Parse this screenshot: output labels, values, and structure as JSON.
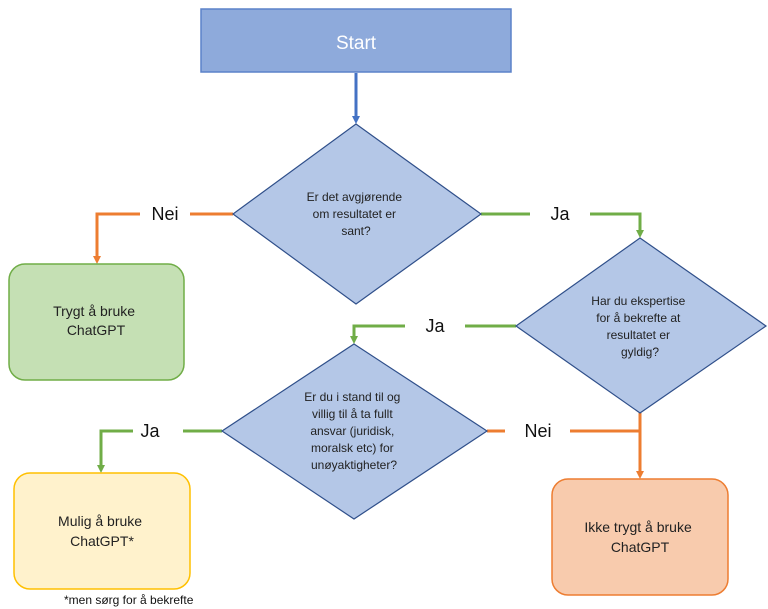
{
  "start": {
    "label": "Start"
  },
  "decision1": {
    "lines": [
      "Er det avgjørende",
      "om resultatet er",
      "sant?"
    ]
  },
  "decision2": {
    "lines": [
      "Har du ekspertise",
      "for å bekrefte at",
      "resultatet er",
      "gyldig?"
    ]
  },
  "decision3": {
    "lines": [
      "Er du i stand til og",
      "villig til å ta fullt",
      "ansvar (juridisk,",
      "moralsk etc) for",
      "unøyaktigheter?"
    ]
  },
  "outcome_safe": {
    "lines": [
      "Trygt å bruke",
      "ChatGPT"
    ]
  },
  "outcome_possible": {
    "lines": [
      "Mulig å bruke",
      "ChatGPT*"
    ]
  },
  "outcome_unsafe": {
    "lines": [
      "Ikke trygt å bruke",
      "ChatGPT"
    ]
  },
  "edge_labels": {
    "d1_no": "Nei",
    "d1_yes": "Ja",
    "d2_yes": "Ja",
    "d3_yes": "Ja",
    "d3_no": "Nei"
  },
  "footnote": "*men sørg for å bekrefte",
  "colors": {
    "start_fill": "#8eaadb",
    "start_stroke": "#5b82c9",
    "decision_fill": "#b4c7e7",
    "decision_stroke": "#2f4f8a",
    "safe_fill": "#c5e0b4",
    "safe_stroke": "#70ad47",
    "possible_fill": "#fff2cc",
    "possible_stroke": "#ffc000",
    "unsafe_fill": "#f8cbad",
    "unsafe_stroke": "#ed7d31",
    "arrow_blue": "#4472c4",
    "arrow_green": "#70ad47",
    "arrow_orange": "#ed7d31"
  }
}
